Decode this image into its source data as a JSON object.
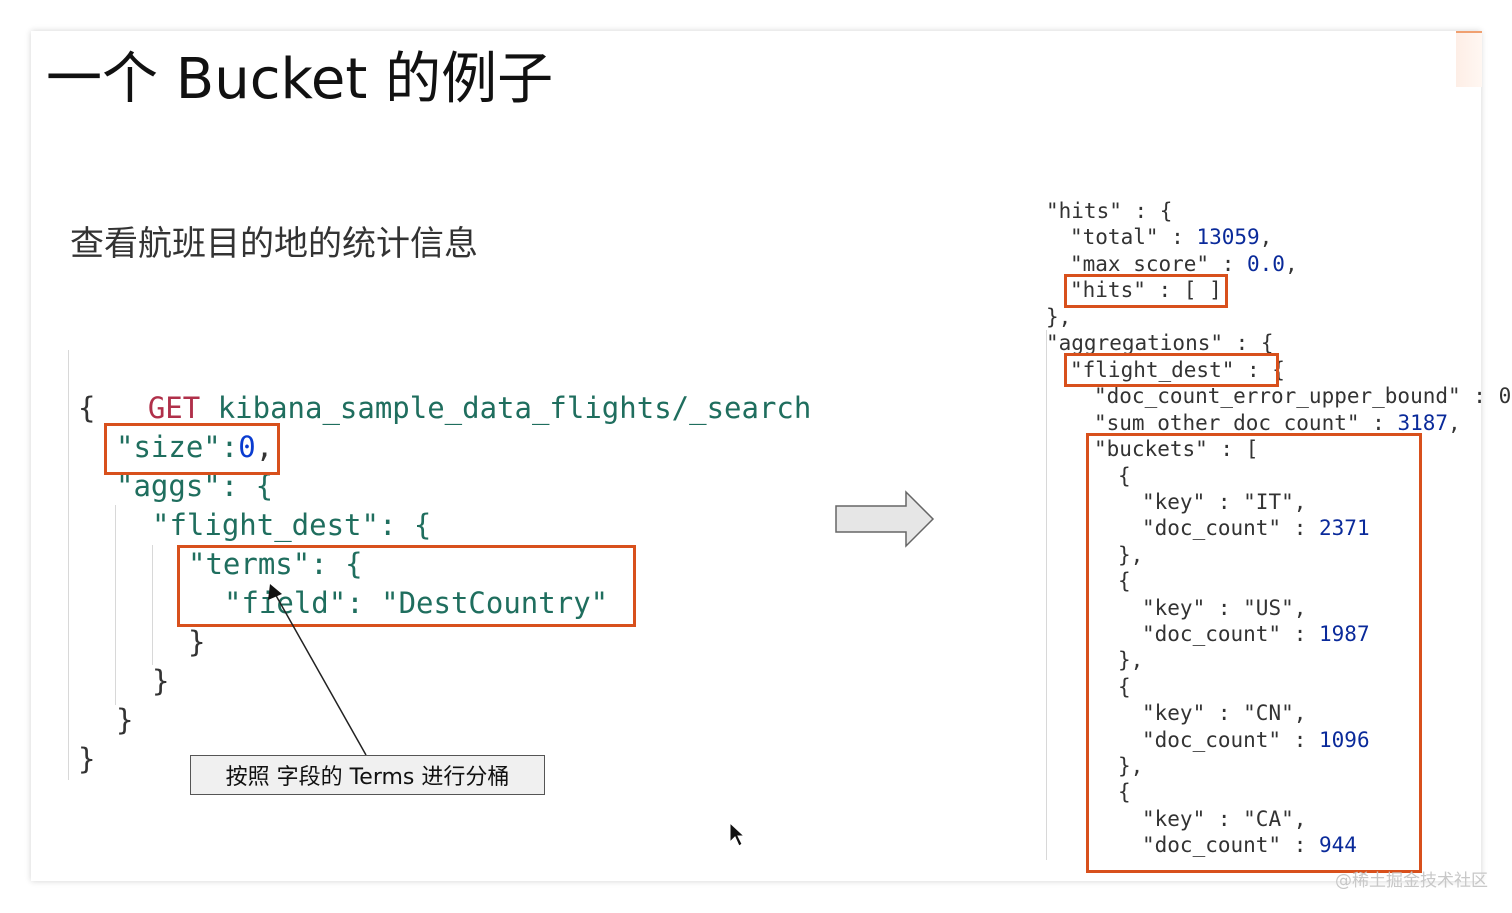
{
  "slide": {
    "title": "一个 Bucket 的例子",
    "subtitle": "查看航班目的地的统计信息"
  },
  "request": {
    "method": "GET",
    "path": "kibana_sample_data_flights/_search",
    "lines": [
      "{",
      "\"size\":",
      "0",
      ",",
      "\"aggs\": {",
      "\"flight_dest\": {",
      "\"terms\": {",
      "\"field\": \"DestCountry\"",
      "}",
      "}",
      "}",
      "}"
    ]
  },
  "callout": {
    "text": "按照 字段的 Terms 进行分桶"
  },
  "response": {
    "hits_open": "\"hits\" : {",
    "total_key": "\"total\" : ",
    "total_val": "13059",
    "max_score_key": "\"max_score\" : ",
    "max_score_val": "0.0",
    "inner_hits": "\"hits\" : [ ]",
    "close1": "},",
    "aggs_open": "\"aggregations\" : {",
    "flight_dest_open": "\"flight_dest\" : {",
    "error_bound": "\"doc_count_error_upper_bound\" : 0",
    "sum_other_key": "\"sum_other_doc_count\" : ",
    "sum_other_val": "3187",
    "buckets_open": "\"buckets\" : [",
    "buckets": [
      {
        "key": "\"IT\"",
        "doc_count": "2371"
      },
      {
        "key": "\"US\"",
        "doc_count": "1987"
      },
      {
        "key": "\"CN\"",
        "doc_count": "1096"
      },
      {
        "key": "\"CA\"",
        "doc_count": "944"
      }
    ],
    "key_label": "\"key\" : ",
    "doc_count_label": "\"doc_count\" : ",
    "brace_open": "{",
    "brace_close": "},"
  },
  "watermark": "@稀土掘金技术社区",
  "colors": {
    "highlight_box": "#d8501c",
    "keyword": "#b0304a",
    "string": "#1f6e5e",
    "number": "#0a3cd0"
  },
  "icons": [
    "arrow-right-icon",
    "mouse-cursor-icon"
  ]
}
